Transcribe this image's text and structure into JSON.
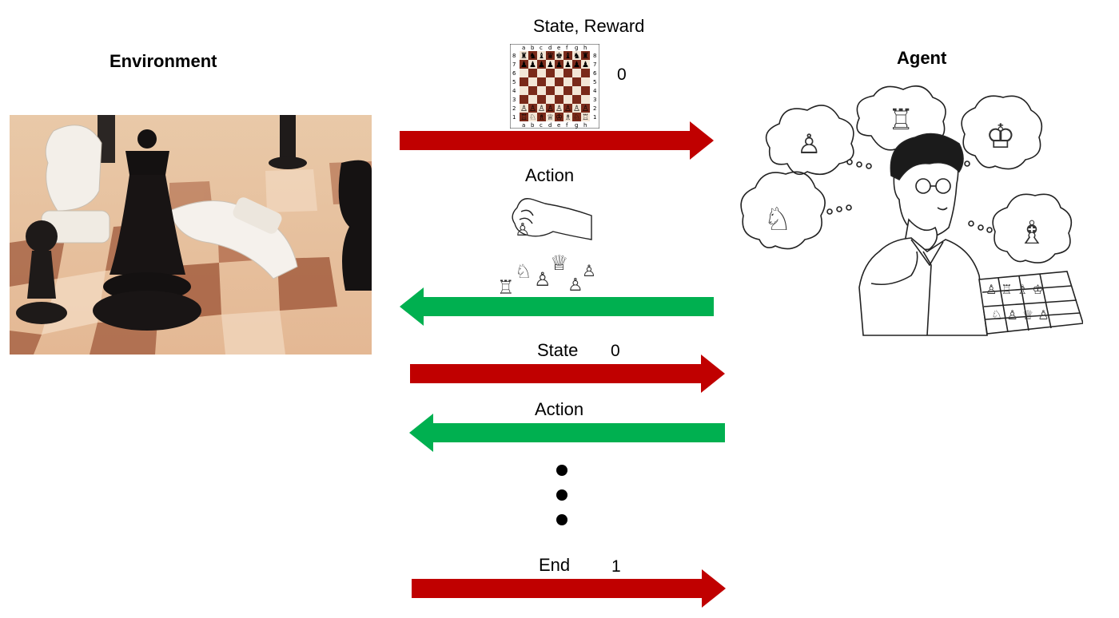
{
  "environment": {
    "title": "Environment"
  },
  "agent": {
    "title": "Agent"
  },
  "steps": [
    {
      "label": "State, Reward",
      "reward": "0",
      "direction": "to-agent",
      "color": "#c00000"
    },
    {
      "label": "Action",
      "direction": "to-environment",
      "color": "#00b050"
    },
    {
      "label": "State",
      "reward": "0",
      "direction": "to-agent",
      "color": "#c00000"
    },
    {
      "label": "Action",
      "direction": "to-environment",
      "color": "#00b050"
    },
    {
      "label": "End",
      "reward": "1",
      "direction": "to-agent",
      "color": "#c00000"
    }
  ],
  "mini_board": {
    "files": [
      "a",
      "b",
      "c",
      "d",
      "e",
      "f",
      "g",
      "h"
    ],
    "ranks": [
      "8",
      "7",
      "6",
      "5",
      "4",
      "3",
      "2",
      "1"
    ],
    "top_row": [
      "♜",
      "♞",
      "♝",
      "♛",
      "♚",
      "♝",
      "♞",
      "♜"
    ],
    "bottom_row": [
      "♖",
      "♘",
      "♗",
      "♕",
      "♔",
      "♗",
      "♘",
      "♖"
    ]
  },
  "colors": {
    "red_arrow": "#c00000",
    "green_arrow": "#00b050",
    "dark_square": "#7a2a1a",
    "light_square": "#f3e6d6"
  },
  "icons": {
    "thought_pieces": [
      "♙",
      "♖",
      "♔",
      "♘",
      "♗"
    ],
    "hand_pieces": [
      "♖",
      "♘",
      "♙",
      "♕",
      "♙",
      "♙"
    ]
  }
}
